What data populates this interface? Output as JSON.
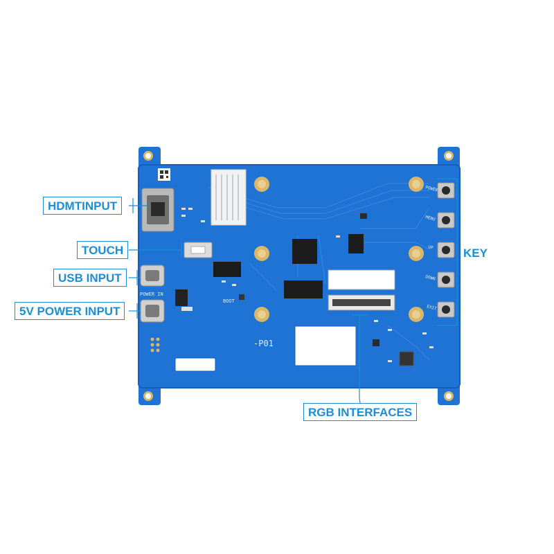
{
  "callouts": {
    "hdmi": "HDMTINPUT",
    "touch": "TOUCH",
    "usb": "USB INPUT",
    "power": "5V POWER INPUT",
    "key": "KEY",
    "rgb": "RGB INTERFACES"
  },
  "silkscreen": {
    "power_in": "POWER IN",
    "boot": "BOOT",
    "lot": "-P01",
    "keys": [
      "POWER",
      "MENU",
      "UP",
      "DOWN",
      "EXIT"
    ]
  },
  "colors": {
    "board": "#1f73d4",
    "board_edge": "#165fb8",
    "callout": "#1a8fd8",
    "metal": "#c8c8c8",
    "pad_gold": "#d9b76a"
  }
}
